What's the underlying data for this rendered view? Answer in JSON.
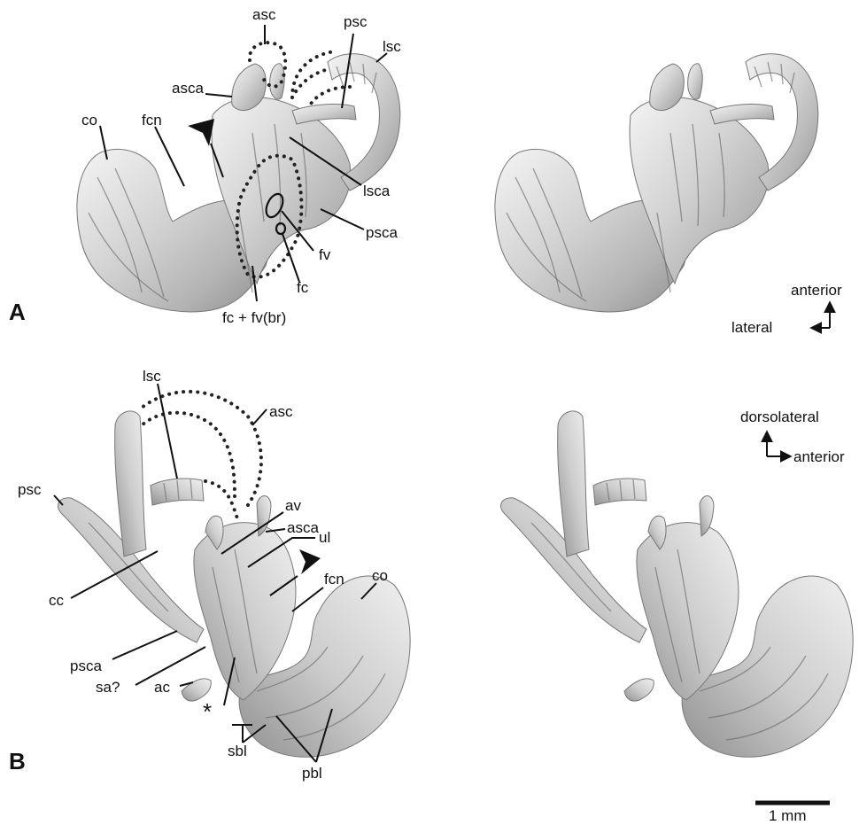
{
  "panels": {
    "a": "A",
    "b": "B"
  },
  "labels_a": {
    "asc": "asc",
    "psc": "psc",
    "lsc": "lsc",
    "asca": "asca",
    "co": "co",
    "fcn": "fcn",
    "lsca": "lsca",
    "psca": "psca",
    "fv": "fv",
    "fc": "fc",
    "fc_fv": "fc + fv(br)"
  },
  "labels_b": {
    "lsc": "lsc",
    "asc": "asc",
    "psc": "psc",
    "av": "av",
    "asca": "asca",
    "ul": "ul",
    "fcn": "fcn",
    "co": "co",
    "cc": "cc",
    "psca": "psca",
    "sa": "sa?",
    "ac": "ac",
    "asterisk": "*",
    "sbl": "sbl",
    "pbl": "pbl"
  },
  "orientation_a": {
    "up": "anterior",
    "side": "lateral"
  },
  "orientation_b": {
    "up": "dorsolateral",
    "side": "anterior"
  },
  "scale_bar": {
    "label": "1 mm"
  },
  "colors": {
    "bone_light": "#f2f2f2",
    "bone_mid": "#c4c4c4",
    "bone_dark": "#8a8a8a",
    "ink": "#111111"
  },
  "icons": {
    "pointer": "arrowhead-icon",
    "orientation": "orientation-arrows-icon"
  }
}
